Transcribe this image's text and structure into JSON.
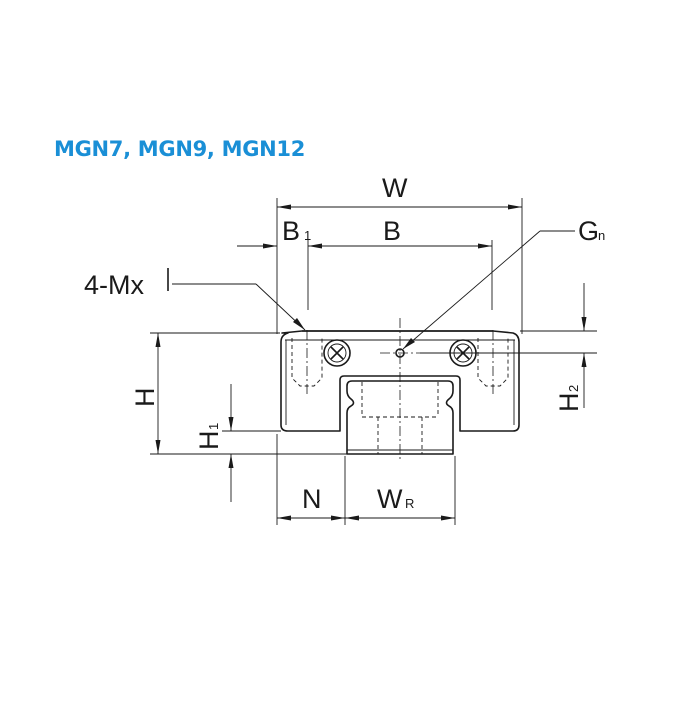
{
  "title": "MGN7, MGN9, MGN12",
  "colors": {
    "title": "#1a8fd6",
    "line": "#1a1a1a",
    "background": "#ffffff"
  },
  "dimensions": {
    "W": "W",
    "B": "B",
    "B1": {
      "main": "B",
      "sub": "1"
    },
    "Gn": {
      "main": "G",
      "sub": "n"
    },
    "mount": "4-Mx",
    "H": "H",
    "H1": {
      "main": "H",
      "sub": "1"
    },
    "H2": {
      "main": "H",
      "sub": "2"
    },
    "N": "N",
    "WR": {
      "main": "W",
      "sub": "R"
    }
  }
}
